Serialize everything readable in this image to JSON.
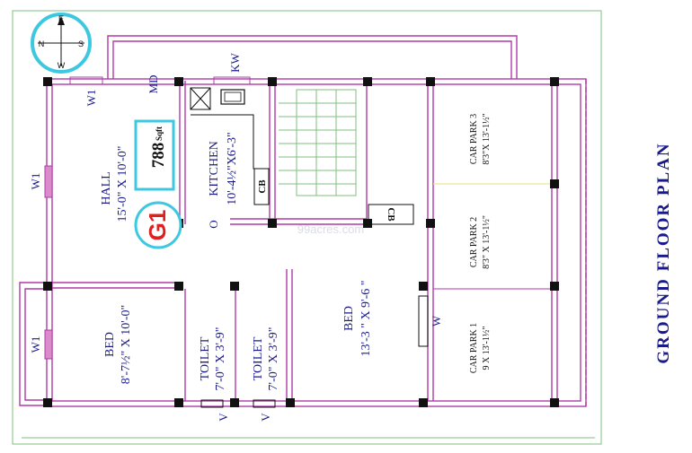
{
  "title": "GROUND FLOOR PLAN",
  "area": {
    "value": "788",
    "unit": "Sqft"
  },
  "unit_tag": "G1",
  "watermark": "99acres.com",
  "compass": {
    "north": "N",
    "east": "E",
    "south": "S",
    "west": "W"
  },
  "rooms": {
    "hall": {
      "name": "HALL",
      "dims": "15'-0\" X 10'-0\""
    },
    "kitchen": {
      "name": "KITCHEN",
      "dims": "10'-4½\"X6'-3\""
    },
    "bed1": {
      "name": "BED",
      "dims": "8'-7½\" X 10'-0\""
    },
    "toilet1": {
      "name": "TOILET",
      "dims": "7'-0\" X 3'-9\""
    },
    "toilet2": {
      "name": "TOILET",
      "dims": "7'-0\" X 3'-9\""
    },
    "bed2": {
      "name": "BED",
      "dims": "13'-3 \" X 9'-6 \""
    },
    "car1": {
      "name": "CAR PARK 1",
      "dims": "9 X 13'-1½\""
    },
    "car2": {
      "name": "CAR PARK 2",
      "dims": "8'3\" X 13'-1½\""
    },
    "car3": {
      "name": "CAR PARK 3",
      "dims": "8'3\"X 13'-1½\""
    }
  },
  "marks": {
    "w1_top": "W1",
    "w1_left_upper": "W1",
    "w1_left_lower": "W1",
    "md": "MD",
    "kw": "KW",
    "cb_kitchen": "CB",
    "cb_stair": "CB",
    "o": "O",
    "w_bed": "W",
    "v1": "V",
    "v2": "V"
  }
}
